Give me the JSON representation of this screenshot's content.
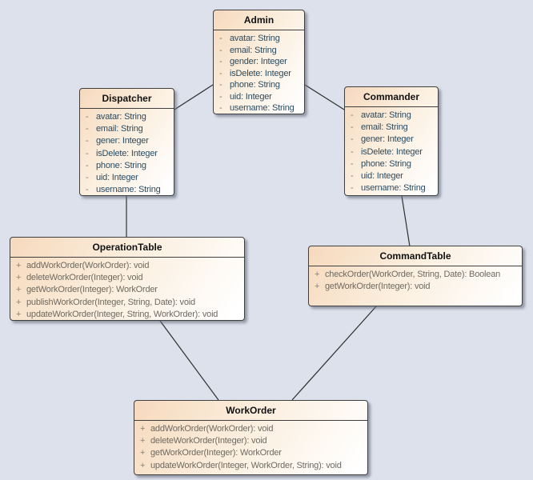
{
  "diagram_type": "uml-class-diagram",
  "ui": {
    "minus": "-",
    "plus": "+"
  },
  "colors": {
    "canvas_background": "#dde1ec",
    "node_fill_top": "#f6d9bd",
    "node_fill_bottom": "#ffffff",
    "node_border": "#3f3f3f",
    "title_text": "#111111",
    "attribute_text": "#2b4b60",
    "method_text": "#6e6a60",
    "connector": "#2e2e2e"
  },
  "classes": [
    {
      "name": "Admin",
      "attributes": [
        "avatar: String",
        "email: String",
        "gender: Integer",
        "isDelete: Integer",
        "phone: String",
        "uid: Integer",
        "username: String"
      ],
      "methods": []
    },
    {
      "name": "Dispatcher",
      "attributes": [
        "avatar: String",
        "email: String",
        "gener: Integer",
        "isDelete: Integer",
        "phone: String",
        "uid: Integer",
        "username: String"
      ],
      "methods": []
    },
    {
      "name": "Commander",
      "attributes": [
        "avatar: String",
        "email: String",
        "gener: Integer",
        "isDelete: Integer",
        "phone: String",
        "uid: Integer",
        "username: String"
      ],
      "methods": []
    },
    {
      "name": "OperationTable",
      "attributes": [],
      "methods": [
        "addWorkOrder(WorkOrder): void",
        "deleteWorkOrder(Integer): void",
        "getWorkOrder(Integer): WorkOrder",
        "publishWorkOrder(Integer, String, Date): void",
        "updateWorkOrder(Integer, String, WorkOrder): void"
      ]
    },
    {
      "name": "CommandTable",
      "attributes": [],
      "methods": [
        "checkOrder(WorkOrder, String, Date): Boolean",
        "getWorkOrder(Integer): void"
      ]
    },
    {
      "name": "WorkOrder",
      "attributes": [],
      "methods": [
        "addWorkOrder(WorkOrder): void",
        "deleteWorkOrder(Integer): void",
        "getWorkOrder(Integer): WorkOrder",
        "updateWorkOrder(Integer, WorkOrder, String): void"
      ]
    }
  ],
  "relationships": [
    {
      "from": "Dispatcher",
      "to": "Admin"
    },
    {
      "from": "Admin",
      "to": "Commander"
    },
    {
      "from": "Dispatcher",
      "to": "OperationTable"
    },
    {
      "from": "Commander",
      "to": "CommandTable"
    },
    {
      "from": "OperationTable",
      "to": "WorkOrder"
    },
    {
      "from": "CommandTable",
      "to": "WorkOrder"
    }
  ]
}
